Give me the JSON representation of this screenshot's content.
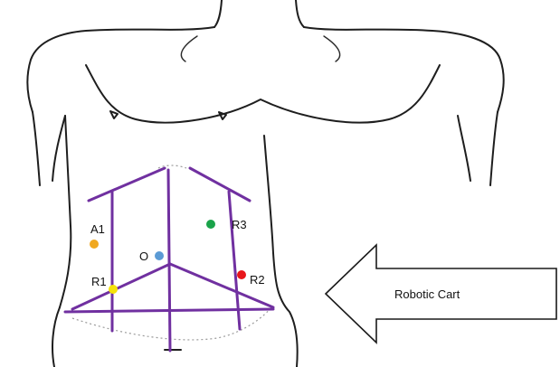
{
  "ports": [
    {
      "id": "A1",
      "label": "A1",
      "color": "#f0a820"
    },
    {
      "id": "O",
      "label": "O",
      "color": "#5b9bd5"
    },
    {
      "id": "R1",
      "label": "R1",
      "color": "#f5e20a"
    },
    {
      "id": "R2",
      "label": "R2",
      "color": "#e8161b"
    },
    {
      "id": "R3",
      "label": "R3",
      "color": "#1aa34a"
    }
  ],
  "marking_color": "#7030a0",
  "arrow": {
    "label": "Robotic Cart"
  }
}
